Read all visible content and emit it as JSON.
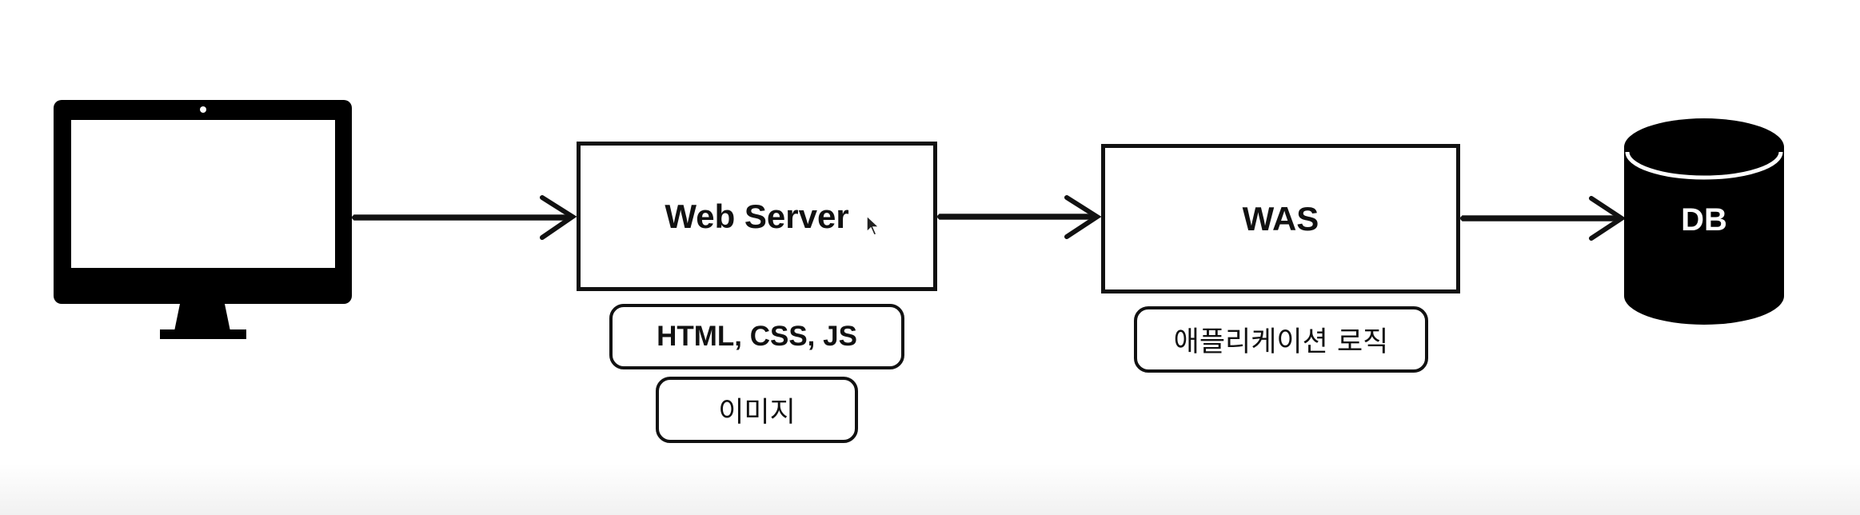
{
  "diagram": {
    "client": {
      "icon": "desktop-monitor-icon"
    },
    "web_server": {
      "title": "Web Server",
      "tags": [
        "HTML, CSS, JS",
        "이미지"
      ]
    },
    "was": {
      "title": "WAS",
      "tags": [
        "애플리케이션 로직"
      ]
    },
    "db": {
      "label": "DB",
      "icon": "database-cylinder-icon"
    },
    "colors": {
      "stroke": "#111111",
      "fill": "#000000",
      "background": "#ffffff"
    }
  }
}
